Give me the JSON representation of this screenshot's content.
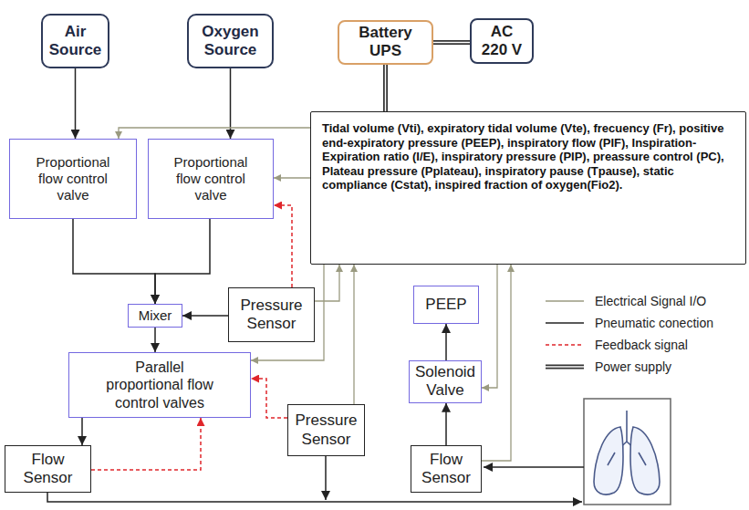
{
  "diagram": {
    "nodes": [
      {
        "text": [
          "Air Source"
        ]
      },
      {
        "text": [
          "Oxygen Source"
        ]
      },
      {
        "text": [
          "Battery UPS"
        ]
      },
      {
        "text": [
          "AC 220 V"
        ]
      },
      {
        "text": [
          "Proportional flow control valve"
        ]
      },
      {
        "text": [
          "Proportional flow control valve"
        ]
      },
      {
        "text": [
          "Tidal volume (Vti), expiratory tidal volume (Vte), frecuency (Fr), positive end-expiratory pressure (PEEP), inspiratory flow (PIF), Inspiration-Expiration ratio (I/E), inspiratory pressure (PIP), preassure control (PC), Plateau pressure (Pplateau), inspiratory pause (Tpause), static compliance (Cstat), inspired fraction of oxygen(Fio2)."
        ]
      },
      {
        "text": [
          "Mixer"
        ]
      },
      {
        "text": [
          "Pressure Sensor"
        ]
      },
      {
        "text": [
          "PEEP"
        ]
      },
      {
        "text": [
          "Parallel proportional flow control valves"
        ]
      },
      {
        "text": [
          "Solenoid Valve"
        ]
      },
      {
        "text": [
          "Pressure Sensor"
        ]
      },
      {
        "text": [
          "Flow Sensor"
        ]
      },
      {
        "text": [
          "Flow Sensor"
        ]
      }
    ],
    "edges": [
      {
        "from": 0,
        "to": 4,
        "arrow": "to"
      },
      {
        "from": 1,
        "to": 5,
        "arrow": "to"
      },
      {
        "from": 4,
        "to": 7,
        "arrow": "to"
      },
      {
        "from": 5,
        "to": 7,
        "arrow": "to"
      },
      {
        "from": 8,
        "to": 7,
        "arrow": "to"
      },
      {
        "from": 8,
        "to": 5,
        "arrow": "to"
      },
      {
        "from": 7,
        "to": 10,
        "arrow": "to"
      },
      {
        "from": 12,
        "to": 10,
        "arrow": "to"
      },
      {
        "from": 13,
        "to": 10,
        "arrow": "to"
      },
      {
        "from": 10,
        "to": 13,
        "arrow": "to"
      },
      {
        "from": 14,
        "to": 11,
        "arrow": "to"
      },
      {
        "from": 11,
        "to": 9,
        "arrow": "to"
      },
      {
        "from": 6,
        "to": 4,
        "arrow": "to"
      },
      {
        "from": 6,
        "to": 5,
        "arrow": "to"
      },
      {
        "from": 6,
        "to": 10,
        "arrow": "to"
      },
      {
        "from": 8,
        "to": 6,
        "arrow": "to"
      },
      {
        "from": 12,
        "to": 6,
        "arrow": "to"
      },
      {
        "from": 14,
        "to": 6,
        "arrow": "to"
      },
      {
        "from": 6,
        "to": 11,
        "arrow": "to"
      },
      {
        "from": 2,
        "to": 6,
        "arrow": "none"
      },
      {
        "from": 2,
        "to": 3,
        "arrow": "none"
      }
    ],
    "legend": [
      {
        "text": "Electrical Signal I/O"
      },
      {
        "text": "Pneumatic conection"
      },
      {
        "text": "Feedback signal"
      },
      {
        "text": "Power supply"
      }
    ]
  }
}
